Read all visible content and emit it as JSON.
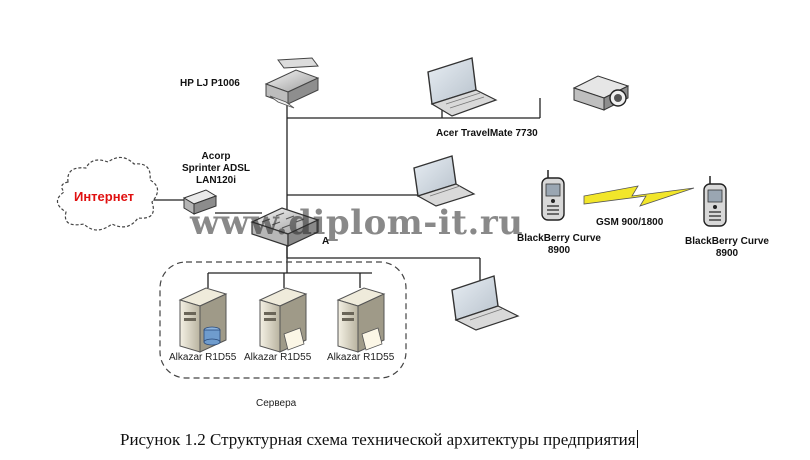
{
  "diagram": {
    "labels": {
      "printer": "HP LJ P1006",
      "laptop_top": "Acer TravelMate 7730",
      "modem_line1": "Acorp",
      "modem_line2": "Sprinter ADSL",
      "modem_line3": "LAN120i",
      "internet": "Интернет",
      "switch_partial": "A",
      "gsm": "GSM 900/1800",
      "phone_left_line1": "BlackBerry Curve",
      "phone_left_line2": "8900",
      "phone_right_line1": "BlackBerry Curve",
      "phone_right_line2": "8900",
      "server_1": "Alkazar R1D55",
      "server_2": "Alkazar R1D55",
      "server_3": "Alkazar R1D55",
      "servers_group": "Сервера"
    },
    "colors": {
      "internet_text": "#e01010",
      "gsm_bolt": "#f2e62a",
      "lines": "#222222"
    }
  },
  "watermark": "www.diplom-it.ru",
  "caption": "Рисунок 1.2 Структурная схема технической архитектуры предприятия"
}
